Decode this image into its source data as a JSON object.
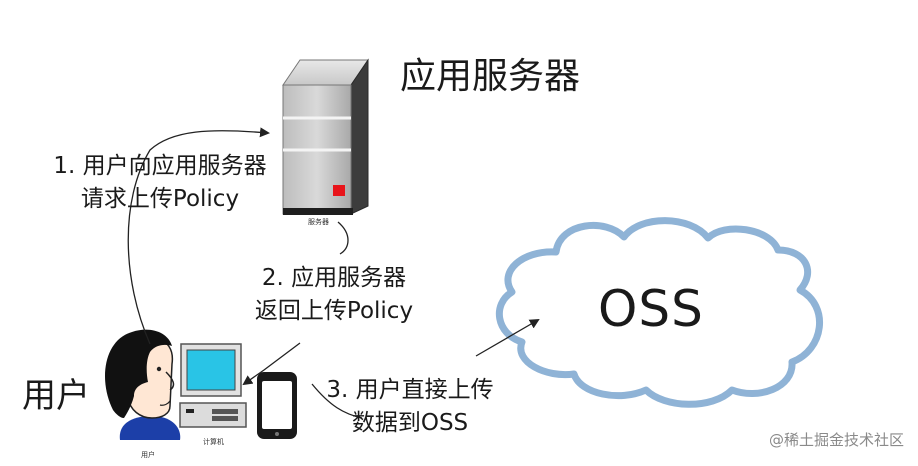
{
  "diagram": {
    "server": {
      "title": "应用服务器",
      "caption": "服务器",
      "led_color": "#e8141a"
    },
    "oss": {
      "label": "OSS",
      "cloud_stroke": "#8fb3d6",
      "cloud_fill": "#ffffff"
    },
    "user": {
      "label": "用户",
      "caption": "用户"
    },
    "computer": {
      "caption": "计算机",
      "screen_color": "#29c4e6"
    },
    "steps": [
      {
        "line1": "1. 用户向应用服务器",
        "line2": "请求上传Policy"
      },
      {
        "line1": "2. 应用服务器",
        "line2": "返回上传Policy"
      },
      {
        "line1": "3. 用户直接上传",
        "line2": "数据到OSS"
      }
    ]
  },
  "watermark": {
    "text": "@稀土掘金技术社区"
  }
}
